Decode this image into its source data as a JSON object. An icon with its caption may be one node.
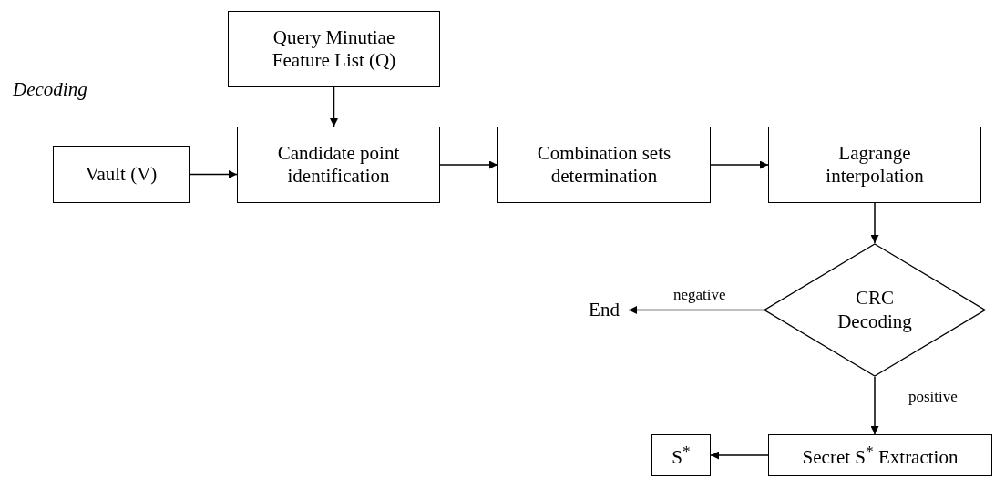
{
  "diagram": {
    "nodes": [
      {
        "text": [
          "Query Minutiae Feature List (Q)"
        ]
      },
      {
        "text": [
          "Vault (V)"
        ]
      },
      {
        "text": [
          "Candidate point identification"
        ]
      },
      {
        "text": [
          "Combination sets determination"
        ]
      },
      {
        "text": [
          "Lagrange interpolation"
        ]
      },
      {
        "text": [
          "CRC Decoding"
        ]
      },
      {
        "text": [
          "End"
        ]
      },
      {
        "text": [
          "Secret S$^{*}$ Extraction"
        ]
      },
      {
        "text": [
          "S$^{*}$"
        ]
      }
    ],
    "edges": [
      {
        "from": 0,
        "to": 2,
        "arrow": "to"
      },
      {
        "from": 1,
        "to": 2,
        "arrow": "to"
      },
      {
        "from": 2,
        "to": 3,
        "arrow": "to"
      },
      {
        "from": 3,
        "to": 4,
        "arrow": "to"
      },
      {
        "from": 4,
        "to": 5,
        "arrow": "to"
      },
      {
        "from": 5,
        "to": 6,
        "label": "negative",
        "arrow": "to"
      },
      {
        "from": 5,
        "to": 7,
        "label": "positive",
        "arrow": "to"
      },
      {
        "from": 7,
        "to": 8,
        "arrow": "to"
      }
    ],
    "labels": [
      "Decoding"
    ]
  }
}
